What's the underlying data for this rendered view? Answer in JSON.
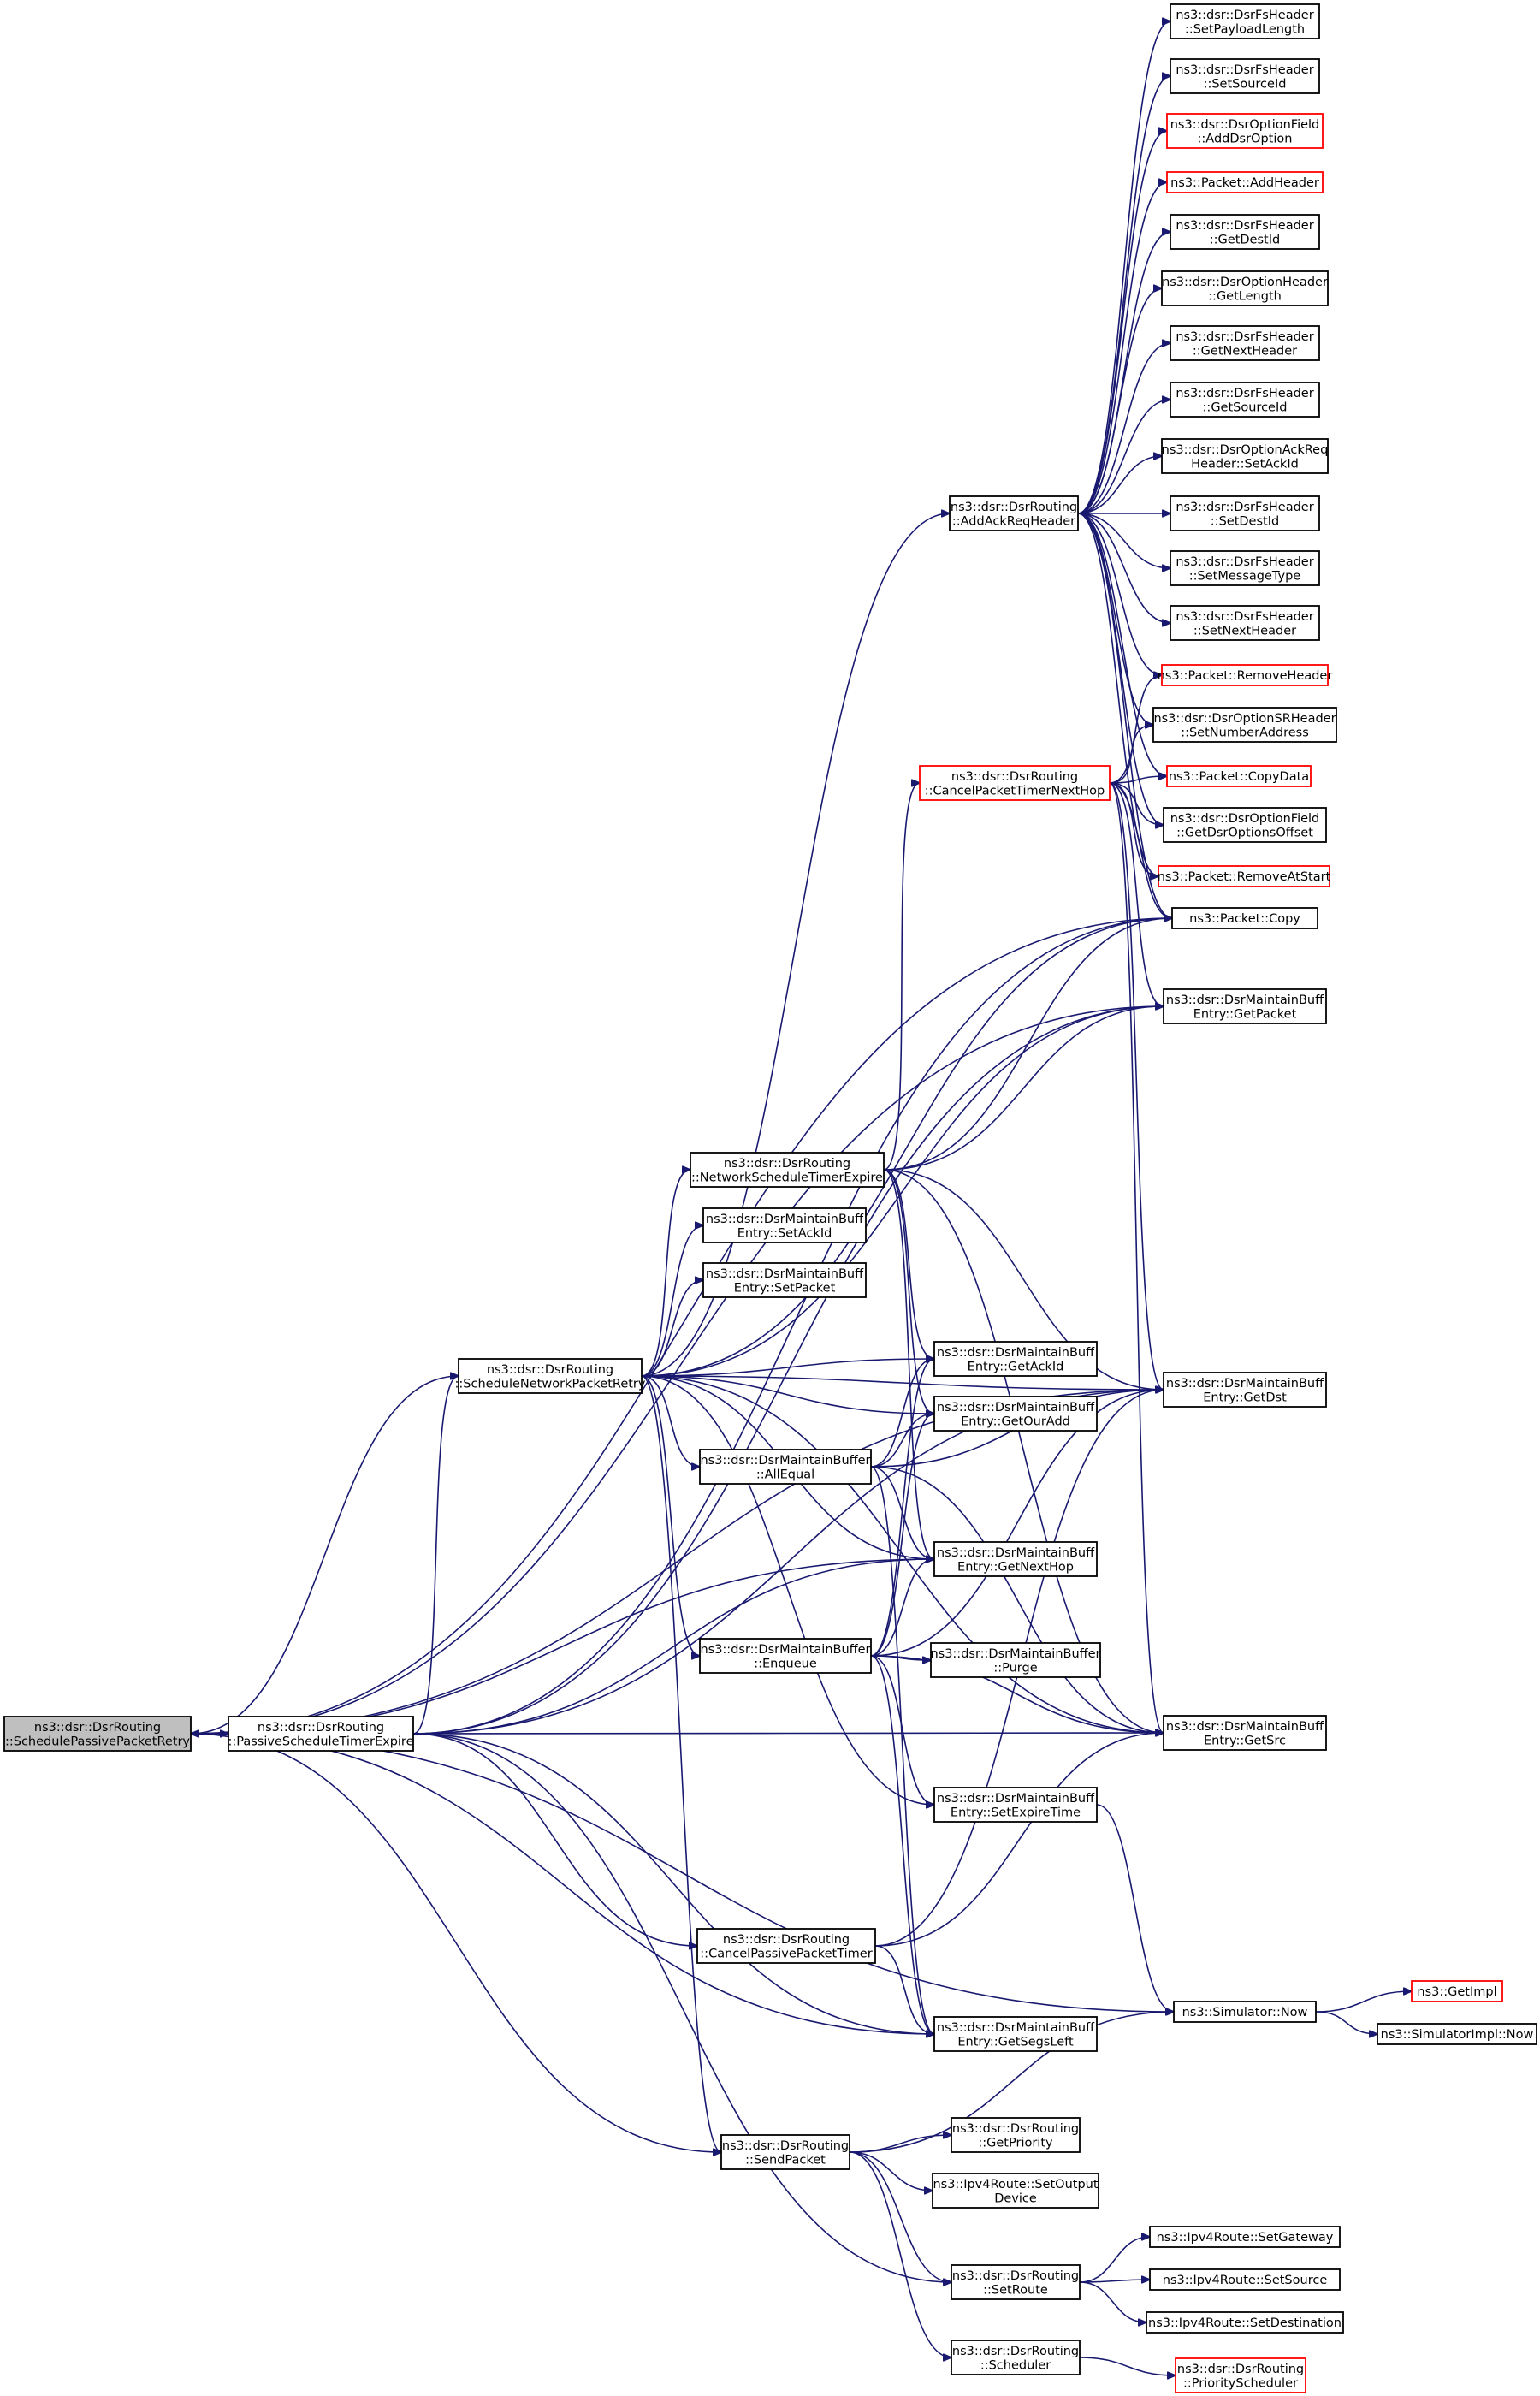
{
  "colors": {
    "edge": "#191970",
    "box": "#000000",
    "box_external": "#ff0000",
    "focus_fill": "#bfbfbf"
  },
  "nodes": [
    {
      "id": "SchedulePassivePacketRetry",
      "lines": [
        "ns3::dsr::DsrRouting",
        "::SchedulePassivePacketRetry"
      ],
      "focus": true
    },
    {
      "id": "PassiveScheduleTimerExpire",
      "lines": [
        "ns3::dsr::DsrRouting",
        "::PassiveScheduleTimerExpire"
      ]
    },
    {
      "id": "ScheduleNetworkPacketRetry",
      "lines": [
        "ns3::dsr::DsrRouting",
        "::ScheduleNetworkPacketRetry"
      ]
    },
    {
      "id": "NetworkScheduleTimerExpire",
      "lines": [
        "ns3::dsr::DsrRouting",
        "::NetworkScheduleTimerExpire"
      ]
    },
    {
      "id": "SetAckId",
      "lines": [
        "ns3::dsr::DsrMaintainBuff",
        "Entry::SetAckId"
      ]
    },
    {
      "id": "SetPacket",
      "lines": [
        "ns3::dsr::DsrMaintainBuff",
        "Entry::SetPacket"
      ]
    },
    {
      "id": "AllEqual",
      "lines": [
        "ns3::dsr::DsrMaintainBuffer",
        "::AllEqual"
      ]
    },
    {
      "id": "Enqueue",
      "lines": [
        "ns3::dsr::DsrMaintainBuffer",
        "::Enqueue"
      ]
    },
    {
      "id": "CancelPassivePacketTimer",
      "lines": [
        "ns3::dsr::DsrRouting",
        "::CancelPassivePacketTimer"
      ]
    },
    {
      "id": "SendPacket",
      "lines": [
        "ns3::dsr::DsrRouting",
        "::SendPacket"
      ]
    },
    {
      "id": "AddAckReqHeader",
      "lines": [
        "ns3::dsr::DsrRouting",
        "::AddAckReqHeader"
      ]
    },
    {
      "id": "CancelPacketTimerNextHop",
      "lines": [
        "ns3::dsr::DsrRouting",
        "::CancelPacketTimerNextHop"
      ],
      "red": true
    },
    {
      "id": "GetAckId",
      "lines": [
        "ns3::dsr::DsrMaintainBuff",
        "Entry::GetAckId"
      ]
    },
    {
      "id": "GetOurAdd",
      "lines": [
        "ns3::dsr::DsrMaintainBuff",
        "Entry::GetOurAdd"
      ]
    },
    {
      "id": "GetNextHop",
      "lines": [
        "ns3::dsr::DsrMaintainBuff",
        "Entry::GetNextHop"
      ]
    },
    {
      "id": "Purge",
      "lines": [
        "ns3::dsr::DsrMaintainBuffer",
        "::Purge"
      ]
    },
    {
      "id": "SetExpireTime",
      "lines": [
        "ns3::dsr::DsrMaintainBuff",
        "Entry::SetExpireTime"
      ]
    },
    {
      "id": "GetSegsLeft",
      "lines": [
        "ns3::dsr::DsrMaintainBuff",
        "Entry::GetSegsLeft"
      ]
    },
    {
      "id": "GetPriority",
      "lines": [
        "ns3::dsr::DsrRouting",
        "::GetPriority"
      ]
    },
    {
      "id": "SetOutputDevice",
      "lines": [
        "ns3::Ipv4Route::SetOutput",
        "Device"
      ]
    },
    {
      "id": "SetRoute",
      "lines": [
        "ns3::dsr::DsrRouting",
        "::SetRoute"
      ]
    },
    {
      "id": "Scheduler",
      "lines": [
        "ns3::dsr::DsrRouting",
        "::Scheduler"
      ]
    },
    {
      "id": "SetPayloadLength",
      "lines": [
        "ns3::dsr::DsrFsHeader",
        "::SetPayloadLength"
      ]
    },
    {
      "id": "SetSourceId",
      "lines": [
        "ns3::dsr::DsrFsHeader",
        "::SetSourceId"
      ]
    },
    {
      "id": "AddDsrOption",
      "lines": [
        "ns3::dsr::DsrOptionField",
        "::AddDsrOption"
      ],
      "red": true
    },
    {
      "id": "AddHeader",
      "lines": [
        "ns3::Packet::AddHeader"
      ],
      "red": true
    },
    {
      "id": "GetDestId",
      "lines": [
        "ns3::dsr::DsrFsHeader",
        "::GetDestId"
      ]
    },
    {
      "id": "GetLength",
      "lines": [
        "ns3::dsr::DsrOptionHeader",
        "::GetLength"
      ]
    },
    {
      "id": "GetNextHeader",
      "lines": [
        "ns3::dsr::DsrFsHeader",
        "::GetNextHeader"
      ]
    },
    {
      "id": "GetSourceId",
      "lines": [
        "ns3::dsr::DsrFsHeader",
        "::GetSourceId"
      ]
    },
    {
      "id": "AckReqSetAckId",
      "lines": [
        "ns3::dsr::DsrOptionAckReq",
        "Header::SetAckId"
      ]
    },
    {
      "id": "SetDestId",
      "lines": [
        "ns3::dsr::DsrFsHeader",
        "::SetDestId"
      ]
    },
    {
      "id": "SetMessageType",
      "lines": [
        "ns3::dsr::DsrFsHeader",
        "::SetMessageType"
      ]
    },
    {
      "id": "SetNextHeader",
      "lines": [
        "ns3::dsr::DsrFsHeader",
        "::SetNextHeader"
      ]
    },
    {
      "id": "RemoveHeader",
      "lines": [
        "ns3::Packet::RemoveHeader"
      ],
      "red": true
    },
    {
      "id": "SetNumberAddress",
      "lines": [
        "ns3::dsr::DsrOptionSRHeader",
        "::SetNumberAddress"
      ]
    },
    {
      "id": "CopyData",
      "lines": [
        "ns3::Packet::CopyData"
      ],
      "red": true
    },
    {
      "id": "GetDsrOptionsOffset",
      "lines": [
        "ns3::dsr::DsrOptionField",
        "::GetDsrOptionsOffset"
      ]
    },
    {
      "id": "RemoveAtStart",
      "lines": [
        "ns3::Packet::RemoveAtStart"
      ],
      "red": true
    },
    {
      "id": "Copy",
      "lines": [
        "ns3::Packet::Copy"
      ]
    },
    {
      "id": "GetPacket",
      "lines": [
        "ns3::dsr::DsrMaintainBuff",
        "Entry::GetPacket"
      ]
    },
    {
      "id": "GetDst",
      "lines": [
        "ns3::dsr::DsrMaintainBuff",
        "Entry::GetDst"
      ]
    },
    {
      "id": "GetSrc",
      "lines": [
        "ns3::dsr::DsrMaintainBuff",
        "Entry::GetSrc"
      ]
    },
    {
      "id": "SimulatorNow",
      "lines": [
        "ns3::Simulator::Now"
      ]
    },
    {
      "id": "SetGateway",
      "lines": [
        "ns3::Ipv4Route::SetGateway"
      ]
    },
    {
      "id": "SetSource",
      "lines": [
        "ns3::Ipv4Route::SetSource"
      ]
    },
    {
      "id": "SetDestination",
      "lines": [
        "ns3::Ipv4Route::SetDestination"
      ]
    },
    {
      "id": "PriorityScheduler",
      "lines": [
        "ns3::dsr::DsrRouting",
        "::PriorityScheduler"
      ],
      "red": true
    },
    {
      "id": "GetImpl",
      "lines": [
        "ns3::GetImpl"
      ],
      "red": true
    },
    {
      "id": "SimulatorImplNow",
      "lines": [
        "ns3::SimulatorImpl::Now"
      ]
    }
  ],
  "edges": [
    [
      "PassiveScheduleTimerExpire",
      "SchedulePassivePacketRetry"
    ],
    [
      "SchedulePassivePacketRetry",
      "PassiveScheduleTimerExpire"
    ],
    [
      "SchedulePassivePacketRetry",
      "Copy"
    ],
    [
      "SchedulePassivePacketRetry",
      "GetPacket"
    ],
    [
      "SchedulePassivePacketRetry",
      "GetNextHop"
    ],
    [
      "SchedulePassivePacketRetry",
      "GetSegsLeft"
    ],
    [
      "SchedulePassivePacketRetry",
      "SimulatorNow"
    ],
    [
      "SchedulePassivePacketRetry",
      "SendPacket"
    ],
    [
      "SchedulePassivePacketRetry",
      "GetDst"
    ],
    [
      "PassiveScheduleTimerExpire",
      "ScheduleNetworkPacketRetry"
    ],
    [
      "PassiveScheduleTimerExpire",
      "Copy"
    ],
    [
      "PassiveScheduleTimerExpire",
      "GetPacket"
    ],
    [
      "PassiveScheduleTimerExpire",
      "GetNextHop"
    ],
    [
      "PassiveScheduleTimerExpire",
      "GetSrc"
    ],
    [
      "PassiveScheduleTimerExpire",
      "GetDst"
    ],
    [
      "PassiveScheduleTimerExpire",
      "CancelPassivePacketTimer"
    ],
    [
      "PassiveScheduleTimerExpire",
      "GetSegsLeft"
    ],
    [
      "PassiveScheduleTimerExpire",
      "SetRoute"
    ],
    [
      "ScheduleNetworkPacketRetry",
      "AddAckReqHeader"
    ],
    [
      "ScheduleNetworkPacketRetry",
      "NetworkScheduleTimerExpire"
    ],
    [
      "ScheduleNetworkPacketRetry",
      "SetAckId"
    ],
    [
      "ScheduleNetworkPacketRetry",
      "SetPacket"
    ],
    [
      "ScheduleNetworkPacketRetry",
      "AllEqual"
    ],
    [
      "ScheduleNetworkPacketRetry",
      "Enqueue"
    ],
    [
      "ScheduleNetworkPacketRetry",
      "GetAckId"
    ],
    [
      "ScheduleNetworkPacketRetry",
      "GetOurAdd"
    ],
    [
      "ScheduleNetworkPacketRetry",
      "GetNextHop"
    ],
    [
      "ScheduleNetworkPacketRetry",
      "GetDst"
    ],
    [
      "ScheduleNetworkPacketRetry",
      "GetSrc"
    ],
    [
      "ScheduleNetworkPacketRetry",
      "SetExpireTime"
    ],
    [
      "ScheduleNetworkPacketRetry",
      "SendPacket"
    ],
    [
      "ScheduleNetworkPacketRetry",
      "Copy"
    ],
    [
      "ScheduleNetworkPacketRetry",
      "GetPacket"
    ],
    [
      "ScheduleNetworkPacketRetry",
      "SchedulePassivePacketRetry"
    ],
    [
      "NetworkScheduleTimerExpire",
      "CancelPacketTimerNextHop"
    ],
    [
      "NetworkScheduleTimerExpire",
      "Copy"
    ],
    [
      "NetworkScheduleTimerExpire",
      "GetPacket"
    ],
    [
      "NetworkScheduleTimerExpire",
      "GetDst"
    ],
    [
      "NetworkScheduleTimerExpire",
      "GetAckId"
    ],
    [
      "NetworkScheduleTimerExpire",
      "GetOurAdd"
    ],
    [
      "NetworkScheduleTimerExpire",
      "GetNextHop"
    ],
    [
      "NetworkScheduleTimerExpire",
      "GetSrc"
    ],
    [
      "AllEqual",
      "GetAckId"
    ],
    [
      "AllEqual",
      "GetOurAdd"
    ],
    [
      "AllEqual",
      "GetNextHop"
    ],
    [
      "AllEqual",
      "GetDst"
    ],
    [
      "AllEqual",
      "GetSrc"
    ],
    [
      "AllEqual",
      "GetSegsLeft"
    ],
    [
      "Enqueue",
      "Purge"
    ],
    [
      "Enqueue",
      "GetAckId"
    ],
    [
      "Enqueue",
      "GetOurAdd"
    ],
    [
      "Enqueue",
      "GetNextHop"
    ],
    [
      "Enqueue",
      "GetDst"
    ],
    [
      "Enqueue",
      "GetSrc"
    ],
    [
      "Enqueue",
      "SetExpireTime"
    ],
    [
      "Enqueue",
      "GetSegsLeft"
    ],
    [
      "CancelPassivePacketTimer",
      "GetDst"
    ],
    [
      "CancelPassivePacketTimer",
      "GetSrc"
    ],
    [
      "CancelPassivePacketTimer",
      "GetSegsLeft"
    ],
    [
      "SetExpireTime",
      "SimulatorNow"
    ],
    [
      "SendPacket",
      "GetPriority"
    ],
    [
      "SendPacket",
      "SetOutputDevice"
    ],
    [
      "SendPacket",
      "SimulatorNow"
    ],
    [
      "SendPacket",
      "SetRoute"
    ],
    [
      "SendPacket",
      "Scheduler"
    ],
    [
      "SetRoute",
      "SetGateway"
    ],
    [
      "SetRoute",
      "SetSource"
    ],
    [
      "SetRoute",
      "SetDestination"
    ],
    [
      "Scheduler",
      "PriorityScheduler"
    ],
    [
      "SimulatorNow",
      "GetImpl"
    ],
    [
      "SimulatorNow",
      "SimulatorImplNow"
    ],
    [
      "AddAckReqHeader",
      "SetPayloadLength"
    ],
    [
      "AddAckReqHeader",
      "SetSourceId"
    ],
    [
      "AddAckReqHeader",
      "AddDsrOption"
    ],
    [
      "AddAckReqHeader",
      "AddHeader"
    ],
    [
      "AddAckReqHeader",
      "GetDestId"
    ],
    [
      "AddAckReqHeader",
      "GetLength"
    ],
    [
      "AddAckReqHeader",
      "GetNextHeader"
    ],
    [
      "AddAckReqHeader",
      "GetSourceId"
    ],
    [
      "AddAckReqHeader",
      "AckReqSetAckId"
    ],
    [
      "AddAckReqHeader",
      "SetDestId"
    ],
    [
      "AddAckReqHeader",
      "SetMessageType"
    ],
    [
      "AddAckReqHeader",
      "SetNextHeader"
    ],
    [
      "AddAckReqHeader",
      "RemoveHeader"
    ],
    [
      "AddAckReqHeader",
      "SetNumberAddress"
    ],
    [
      "AddAckReqHeader",
      "CopyData"
    ],
    [
      "AddAckReqHeader",
      "GetDsrOptionsOffset"
    ],
    [
      "AddAckReqHeader",
      "RemoveAtStart"
    ],
    [
      "AddAckReqHeader",
      "Copy"
    ],
    [
      "CancelPacketTimerNextHop",
      "RemoveHeader"
    ],
    [
      "CancelPacketTimerNextHop",
      "SetNumberAddress"
    ],
    [
      "CancelPacketTimerNextHop",
      "CopyData"
    ],
    [
      "CancelPacketTimerNextHop",
      "GetDsrOptionsOffset"
    ],
    [
      "CancelPacketTimerNextHop",
      "RemoveAtStart"
    ],
    [
      "CancelPacketTimerNextHop",
      "Copy"
    ],
    [
      "CancelPacketTimerNextHop",
      "GetPacket"
    ],
    [
      "CancelPacketTimerNextHop",
      "GetDst"
    ],
    [
      "CancelPacketTimerNextHop",
      "GetSrc"
    ]
  ]
}
